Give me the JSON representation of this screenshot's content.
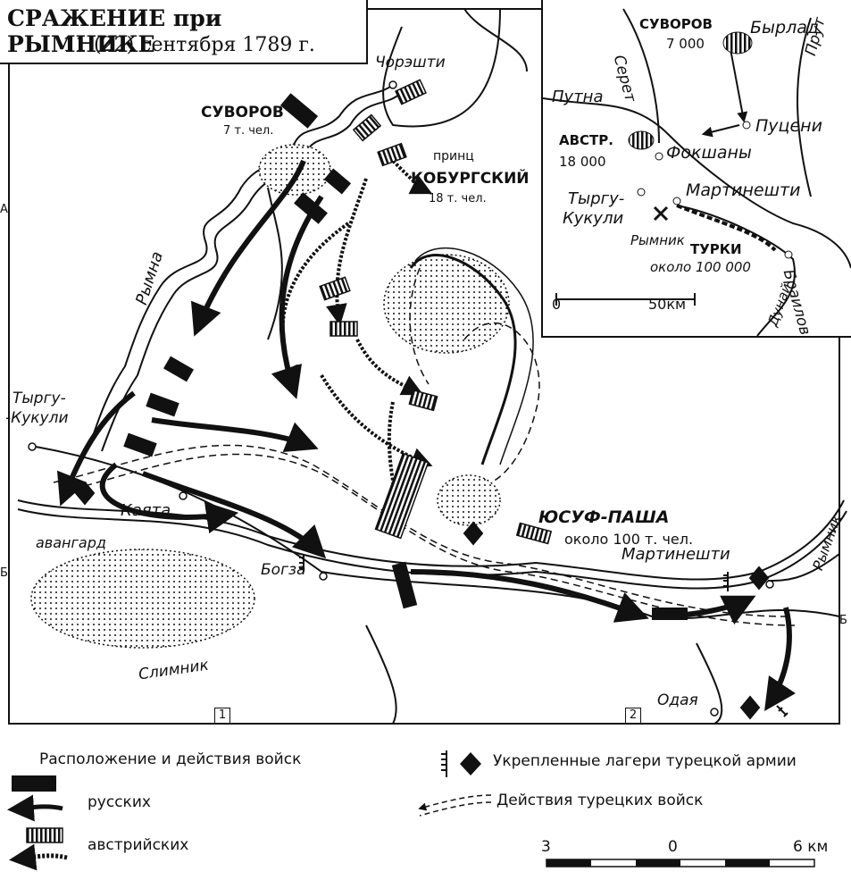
{
  "title": {
    "line1": "СРАЖЕНИЕ при РЫМНИКЕ",
    "line2": "11 (22) сентября 1789 г."
  },
  "map_labels": {
    "chorešti": "Чорэшти",
    "suvorov": "СУВОРОВ",
    "suvorov_strength": "7 т. чел.",
    "prince": "принц",
    "coburg": "КОБУРГСКИЙ",
    "coburg_strength": "18 т. чел.",
    "rymna_river": "Рымна",
    "tyrgu1": "Тыргу-",
    "tyrgu2": "-Кукули",
    "kayata": "Каята",
    "avangard": "авангард",
    "bogza": "Богза",
    "slimnik": "Слимник",
    "yusuf": "ЮСУФ-ПАША",
    "yusuf_strength": "около 100 т. чел.",
    "martinesti": "Мартинешти",
    "odaya": "Одая",
    "rymnik_river": "Рымник",
    "square1": "1",
    "square2": "2",
    "edge_a": "А",
    "edge_b": "Б",
    "edge_b_right": "Б"
  },
  "inset": {
    "suvorov": "СУВОРОВ",
    "suvorov_strength": "7 000",
    "byrlad": "Бырлад",
    "seret": "Серет",
    "prut": "Прут",
    "putna": "Путна",
    "putseni": "Пуцени",
    "austr": "АВСТР.",
    "austr_strength": "18 000",
    "fokshany": "Фокшаны",
    "martinesti": "Мартинешти",
    "tyrgu1": "Тыргу-",
    "tyrgu2": "Кукули",
    "rymnik": "Рымник",
    "turki": "ТУРКИ",
    "turki_strength": "около 100 000",
    "brailov": "Браилов",
    "dunai": "Дунай",
    "scale_0": "0",
    "scale_50": "50км"
  },
  "legend": {
    "heading": "Расположение и действия войск",
    "russian": "русских",
    "austrian": "австрийских",
    "camps": "Укрепленные лагери турецкой армии",
    "turkish": "Действия турецких войск",
    "scale_3": "3",
    "scale_0": "0",
    "scale_6": "6 км"
  },
  "colors": {
    "ink": "#111111",
    "paper": "#ffffff"
  }
}
